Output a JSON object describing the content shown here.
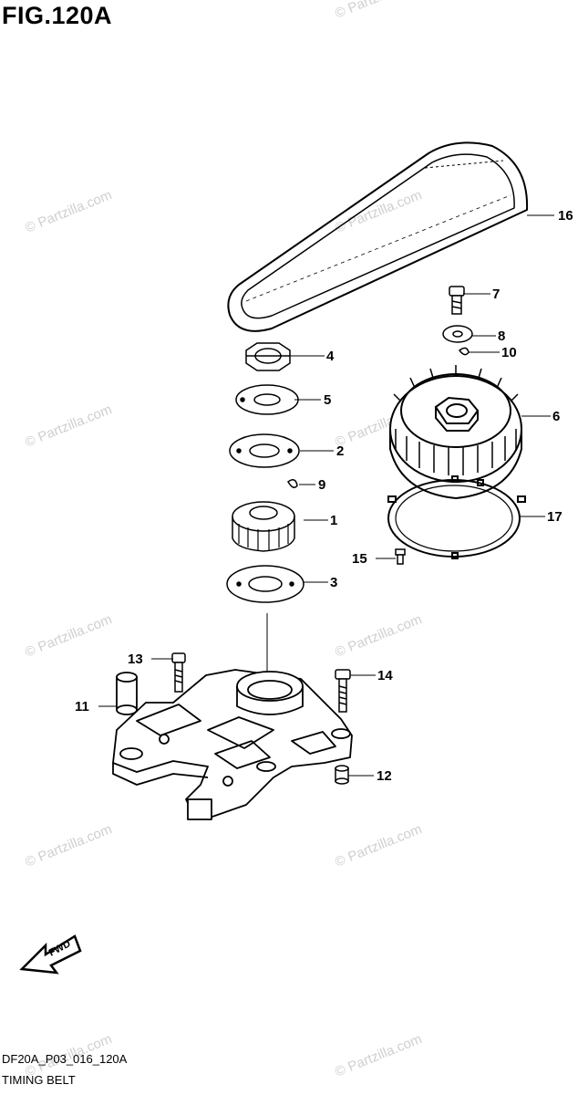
{
  "figure": {
    "title": "FIG.120A",
    "code": "DF20A_P03_016_120A",
    "name": "TIMING BELT"
  },
  "watermark": "© Partzilla.com",
  "fwd_label": "FWD",
  "parts": [
    {
      "number": "1"
    },
    {
      "number": "2"
    },
    {
      "number": "3"
    },
    {
      "number": "4"
    },
    {
      "number": "5"
    },
    {
      "number": "6"
    },
    {
      "number": "7"
    },
    {
      "number": "8"
    },
    {
      "number": "9"
    },
    {
      "number": "10"
    },
    {
      "number": "11"
    },
    {
      "number": "12"
    },
    {
      "number": "13"
    },
    {
      "number": "14"
    },
    {
      "number": "15"
    },
    {
      "number": "16"
    },
    {
      "number": "17"
    }
  ]
}
